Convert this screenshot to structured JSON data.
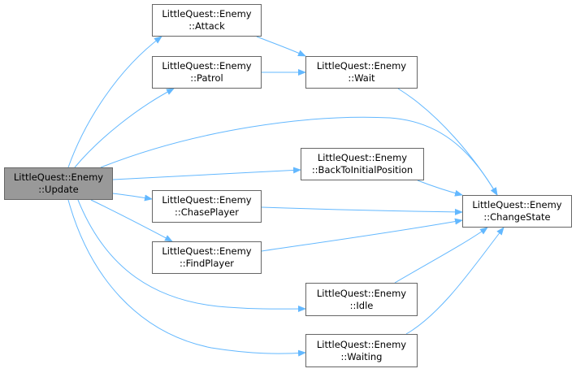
{
  "colors": {
    "edge": "#63b8ff",
    "node_border": "#666666",
    "node_fill": "#ffffff",
    "root_fill": "#999999"
  },
  "nodes": {
    "update": {
      "line1": "LittleQuest::Enemy",
      "line2": "::Update"
    },
    "attack": {
      "line1": "LittleQuest::Enemy",
      "line2": "::Attack"
    },
    "patrol": {
      "line1": "LittleQuest::Enemy",
      "line2": "::Patrol"
    },
    "wait": {
      "line1": "LittleQuest::Enemy",
      "line2": "::Wait"
    },
    "back": {
      "line1": "LittleQuest::Enemy",
      "line2": "::BackToInitialPosition"
    },
    "change": {
      "line1": "LittleQuest::Enemy",
      "line2": "::ChangeState"
    },
    "chase": {
      "line1": "LittleQuest::Enemy",
      "line2": "::ChasePlayer"
    },
    "find": {
      "line1": "LittleQuest::Enemy",
      "line2": "::FindPlayer"
    },
    "idle": {
      "line1": "LittleQuest::Enemy",
      "line2": "::Idle"
    },
    "waiting": {
      "line1": "LittleQuest::Enemy",
      "line2": "::Waiting"
    }
  },
  "edges": [
    {
      "from": "update",
      "to": "attack"
    },
    {
      "from": "update",
      "to": "patrol"
    },
    {
      "from": "update",
      "to": "change"
    },
    {
      "from": "update",
      "to": "back"
    },
    {
      "from": "update",
      "to": "chase"
    },
    {
      "from": "update",
      "to": "find"
    },
    {
      "from": "update",
      "to": "idle"
    },
    {
      "from": "update",
      "to": "waiting"
    },
    {
      "from": "attack",
      "to": "wait"
    },
    {
      "from": "patrol",
      "to": "wait"
    },
    {
      "from": "wait",
      "to": "change"
    },
    {
      "from": "back",
      "to": "change"
    },
    {
      "from": "chase",
      "to": "change"
    },
    {
      "from": "find",
      "to": "change"
    },
    {
      "from": "idle",
      "to": "change"
    },
    {
      "from": "waiting",
      "to": "change"
    }
  ]
}
